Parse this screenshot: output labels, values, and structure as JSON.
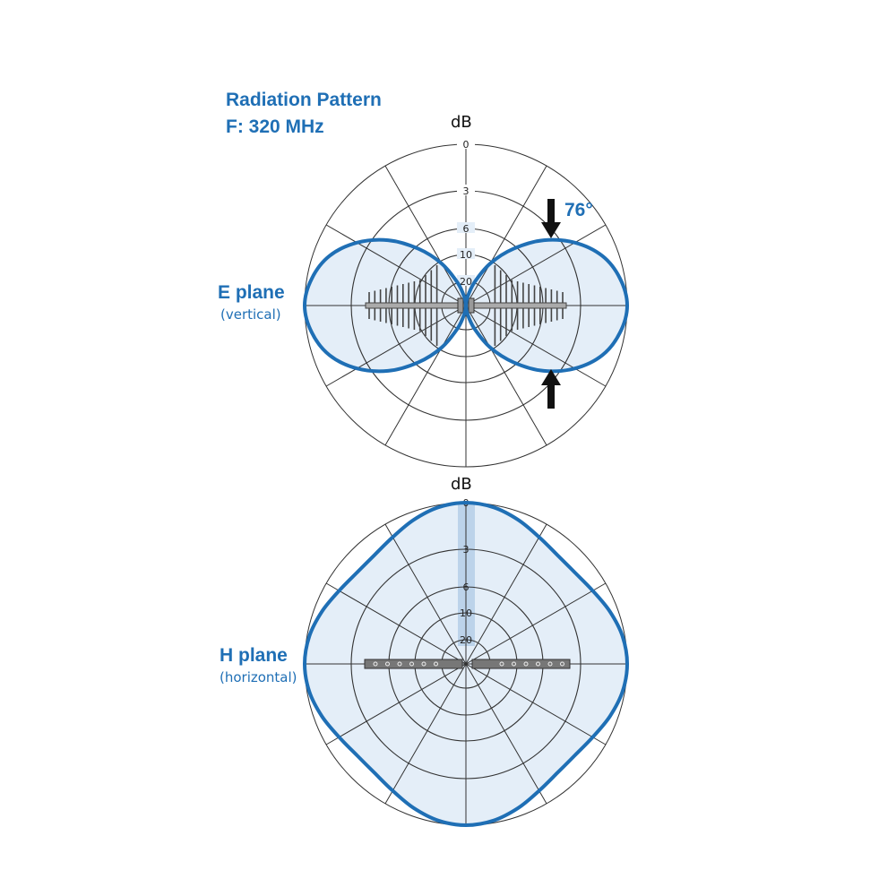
{
  "title": {
    "line1": "Radiation Pattern",
    "line2": "F: 320 MHz"
  },
  "colors": {
    "pattern_stroke": "#1f6fb5",
    "pattern_fill": "#e4eef8",
    "grid": "#333333",
    "antenna": "#888888"
  },
  "chart_data": [
    {
      "type": "polar",
      "name": "E plane",
      "label": "E plane",
      "sublabel": "(vertical)",
      "radial_unit": "dB",
      "ring_labels": [
        "0",
        "3",
        "6",
        "10",
        "20"
      ],
      "radial_lines_every_deg": 30,
      "annotation": "76°",
      "beamwidth_deg": 76,
      "angle_deg": [
        0,
        10,
        20,
        30,
        40,
        50,
        60,
        70,
        80,
        90,
        100,
        110,
        120,
        130,
        140,
        150,
        160,
        170,
        180,
        190,
        200,
        210,
        220,
        230,
        240,
        250,
        260,
        270,
        280,
        290,
        300,
        310,
        320,
        330,
        340,
        350
      ],
      "relative_level": [
        1,
        0.97,
        0.9,
        0.78,
        0.63,
        0.46,
        0.3,
        0.15,
        0.05,
        0,
        0.05,
        0.15,
        0.3,
        0.46,
        0.63,
        0.78,
        0.9,
        0.97,
        1,
        0.97,
        0.9,
        0.78,
        0.63,
        0.46,
        0.3,
        0.15,
        0.05,
        0,
        0.05,
        0.15,
        0.3,
        0.46,
        0.63,
        0.78,
        0.9,
        0.97
      ]
    },
    {
      "type": "polar",
      "name": "H plane",
      "label": "H plane",
      "sublabel": "(horizontal)",
      "radial_unit": "dB",
      "ring_labels": [
        "0",
        "3",
        "6",
        "10",
        "20"
      ],
      "radial_lines_every_deg": 30,
      "angle_deg": [
        0,
        10,
        20,
        30,
        40,
        50,
        60,
        70,
        80,
        90,
        100,
        110,
        120,
        130,
        140,
        150,
        160,
        170,
        180,
        190,
        200,
        210,
        220,
        230,
        240,
        250,
        260,
        270,
        280,
        290,
        300,
        310,
        320,
        330,
        340,
        350
      ],
      "relative_level": [
        1,
        0.986,
        0.95,
        0.908,
        0.882,
        0.882,
        0.908,
        0.95,
        0.986,
        1,
        0.986,
        0.95,
        0.908,
        0.882,
        0.882,
        0.908,
        0.95,
        0.986,
        1,
        0.986,
        0.95,
        0.908,
        0.882,
        0.882,
        0.908,
        0.95,
        0.986,
        1,
        0.986,
        0.95,
        0.908,
        0.882,
        0.882,
        0.908,
        0.95,
        0.986
      ]
    }
  ]
}
